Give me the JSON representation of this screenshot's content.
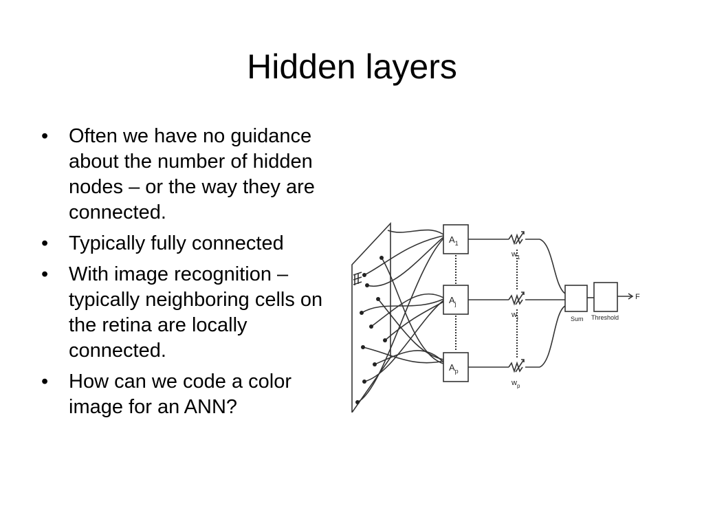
{
  "slide": {
    "title": "Hidden layers",
    "bullets": [
      "Often we have no guidance about the number of hidden nodes – or the way they are connected.",
      "Typically fully connected",
      "With image recognition – typically neighboring cells on the retina are locally connected.",
      "How can we code a color image for an ANN?"
    ],
    "bullet_symbol": "•"
  },
  "diagram": {
    "units": [
      {
        "label": "A",
        "sub": "1"
      },
      {
        "label": "A",
        "sub": "j"
      },
      {
        "label": "A",
        "sub": "p"
      }
    ],
    "weights": [
      {
        "label": "w",
        "sub": "1"
      },
      {
        "label": "w",
        "sub": "j"
      },
      {
        "label": "w",
        "sub": "p"
      }
    ],
    "sum_label": "Sum",
    "threshold_label": "Threshold",
    "output_label": "F"
  }
}
